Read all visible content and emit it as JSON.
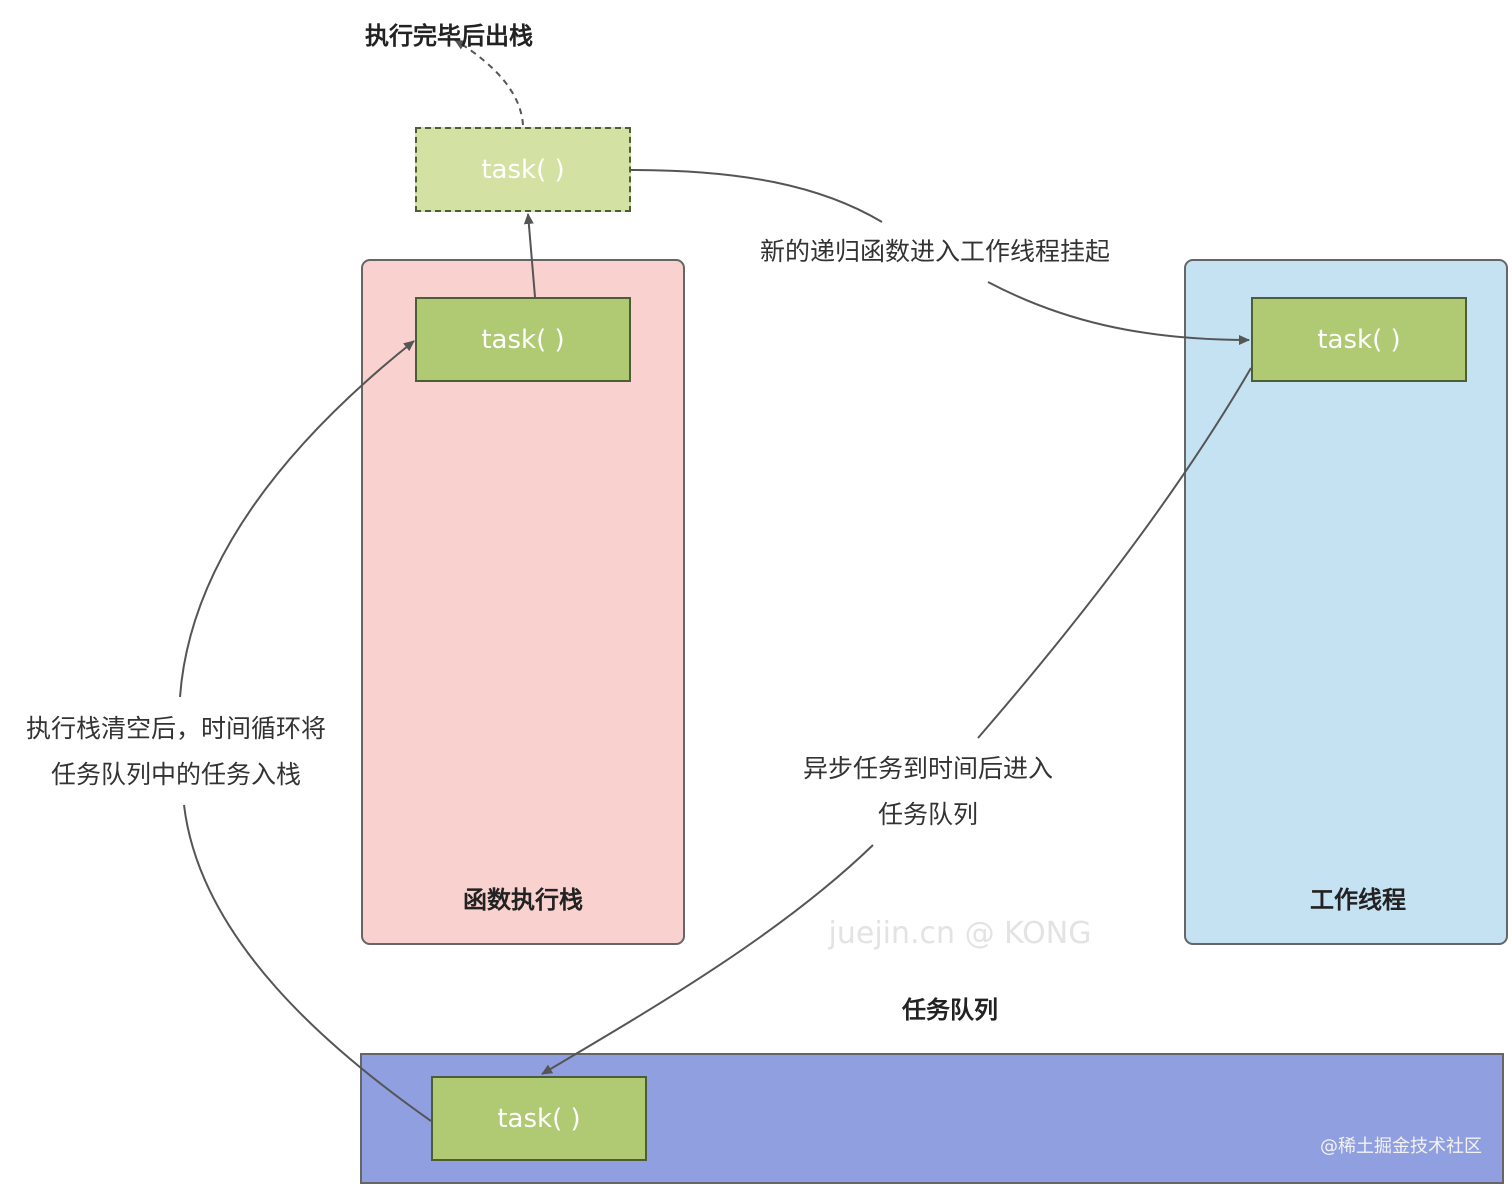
{
  "title_pop": "执行完毕后出栈",
  "colors": {
    "stack_panel": "#f9d2d0",
    "thread_panel": "#c5e2f3",
    "queue_panel": "#909fe0",
    "task_fill": "#b0c973",
    "task_popped_fill": "#d3e1a2",
    "line": "#555555"
  },
  "tasks": {
    "popped": "task( )",
    "stack": "task( )",
    "thread": "task( )",
    "queue": "task( )"
  },
  "panels": {
    "stack_title": "函数执行栈",
    "thread_title": "工作线程",
    "queue_title": "任务队列"
  },
  "edges": {
    "suspend_label": "新的递归函数进入工作线程挂起",
    "loop_label_line1": "执行栈清空后，时间循环将",
    "loop_label_line2": "任务队列中的任务入栈",
    "async_label_line1": "异步任务到时间后进入",
    "async_label_line2": "任务队列"
  },
  "watermark": "juejin.cn @ KONG",
  "brand": "@稀土掘金技术社区"
}
